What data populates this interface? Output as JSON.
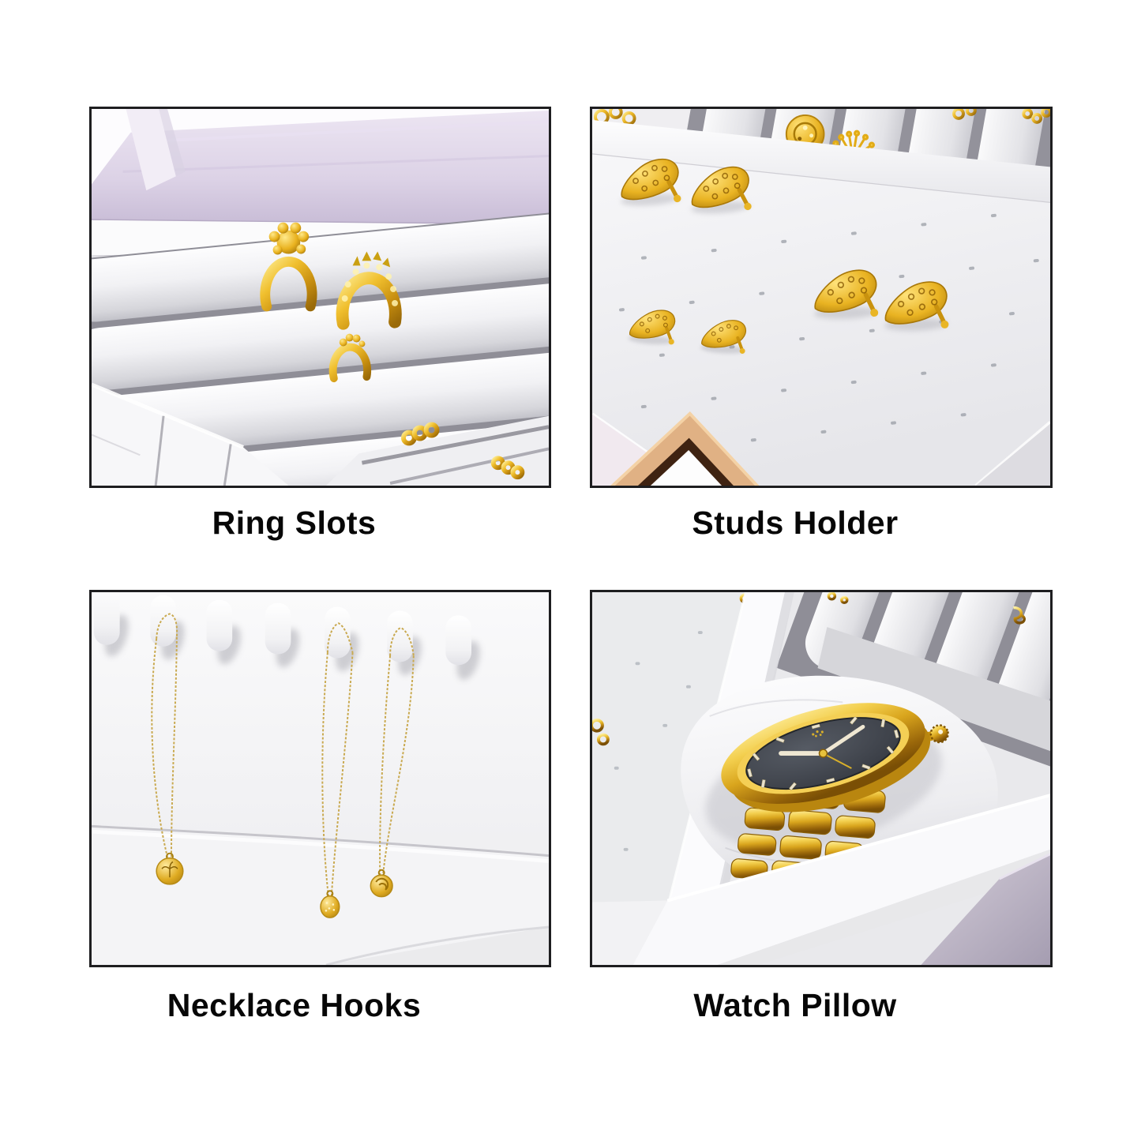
{
  "page": {
    "background": "#ffffff"
  },
  "palette": {
    "border": "#1e1e20",
    "caption": "#070707",
    "gold": "#e3ac1c",
    "gold_light": "#f8dc6e",
    "gold_dark": "#8a5f06",
    "leather_white": "#f3f3f5",
    "leather_shadow": "#c9c9cf",
    "lavender": "#d9cfe2",
    "lavender_dark": "#aaa2b5",
    "blush_leather": "#f4ebf1",
    "mirror_frame": "#dfae7e",
    "mirror_frame_inner": "#46290f",
    "watch_dial": "#3f444c"
  },
  "figures": [
    {
      "id": "ring-slots",
      "caption": "Ring Slots",
      "subject": "white ring rolls in tray with gold rings, lavender lid"
    },
    {
      "id": "studs-holder",
      "caption": "Studs Holder",
      "subject": "perforated white pad with gold teardrop stud earrings"
    },
    {
      "id": "necklace-hooks",
      "caption": "Necklace Hooks",
      "subject": "seven white hooks with three hanging gold necklaces"
    },
    {
      "id": "watch-pillow",
      "caption": "Watch Pillow",
      "subject": "gold watch with dark dial resting on white pillow"
    }
  ]
}
